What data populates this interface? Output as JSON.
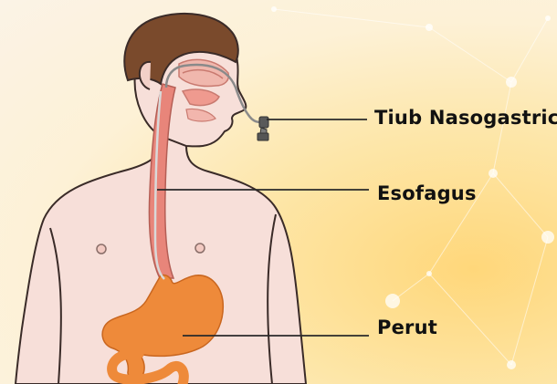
{
  "labels": {
    "tube": "Tiub Nasogastric",
    "esophagus": "Esofagus",
    "stomach": "Perut"
  },
  "colors": {
    "skin": "#f7dfd9",
    "outline": "#3a2b28",
    "hair": "#7a4a2c",
    "esophagus": "#e8857a",
    "stomach": "#ee8a3a",
    "leader_line": "#2a2a2a"
  }
}
